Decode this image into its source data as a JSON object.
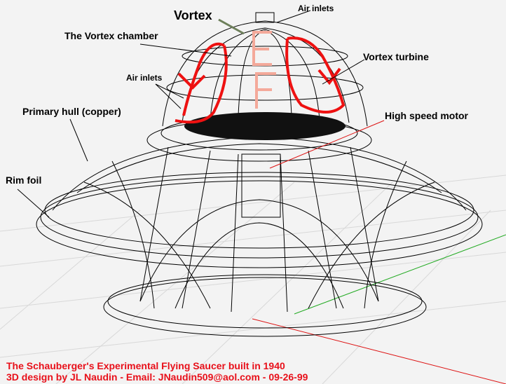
{
  "labels": {
    "vortex": "Vortex",
    "air_inlets_top": "Air inlets",
    "vortex_chamber": "The Vortex chamber",
    "vortex_turbine": "Vortex turbine",
    "air_inlets_side": "Air inlets",
    "primary_hull": "Primary hull (copper)",
    "high_speed_motor": "High speed motor",
    "rim_foil": "Rim foil"
  },
  "caption": {
    "line1": "The Schauberger's Experimental Flying Saucer built in 1940",
    "line2": "3D design by JL Naudin - Email: JNaudin509@aol.com - 09-26-99"
  },
  "colors": {
    "caption": "#e8101a",
    "flow": "#ee1111",
    "vortex_mark": "#f4a99a",
    "arrow": "#6d7f5a"
  }
}
